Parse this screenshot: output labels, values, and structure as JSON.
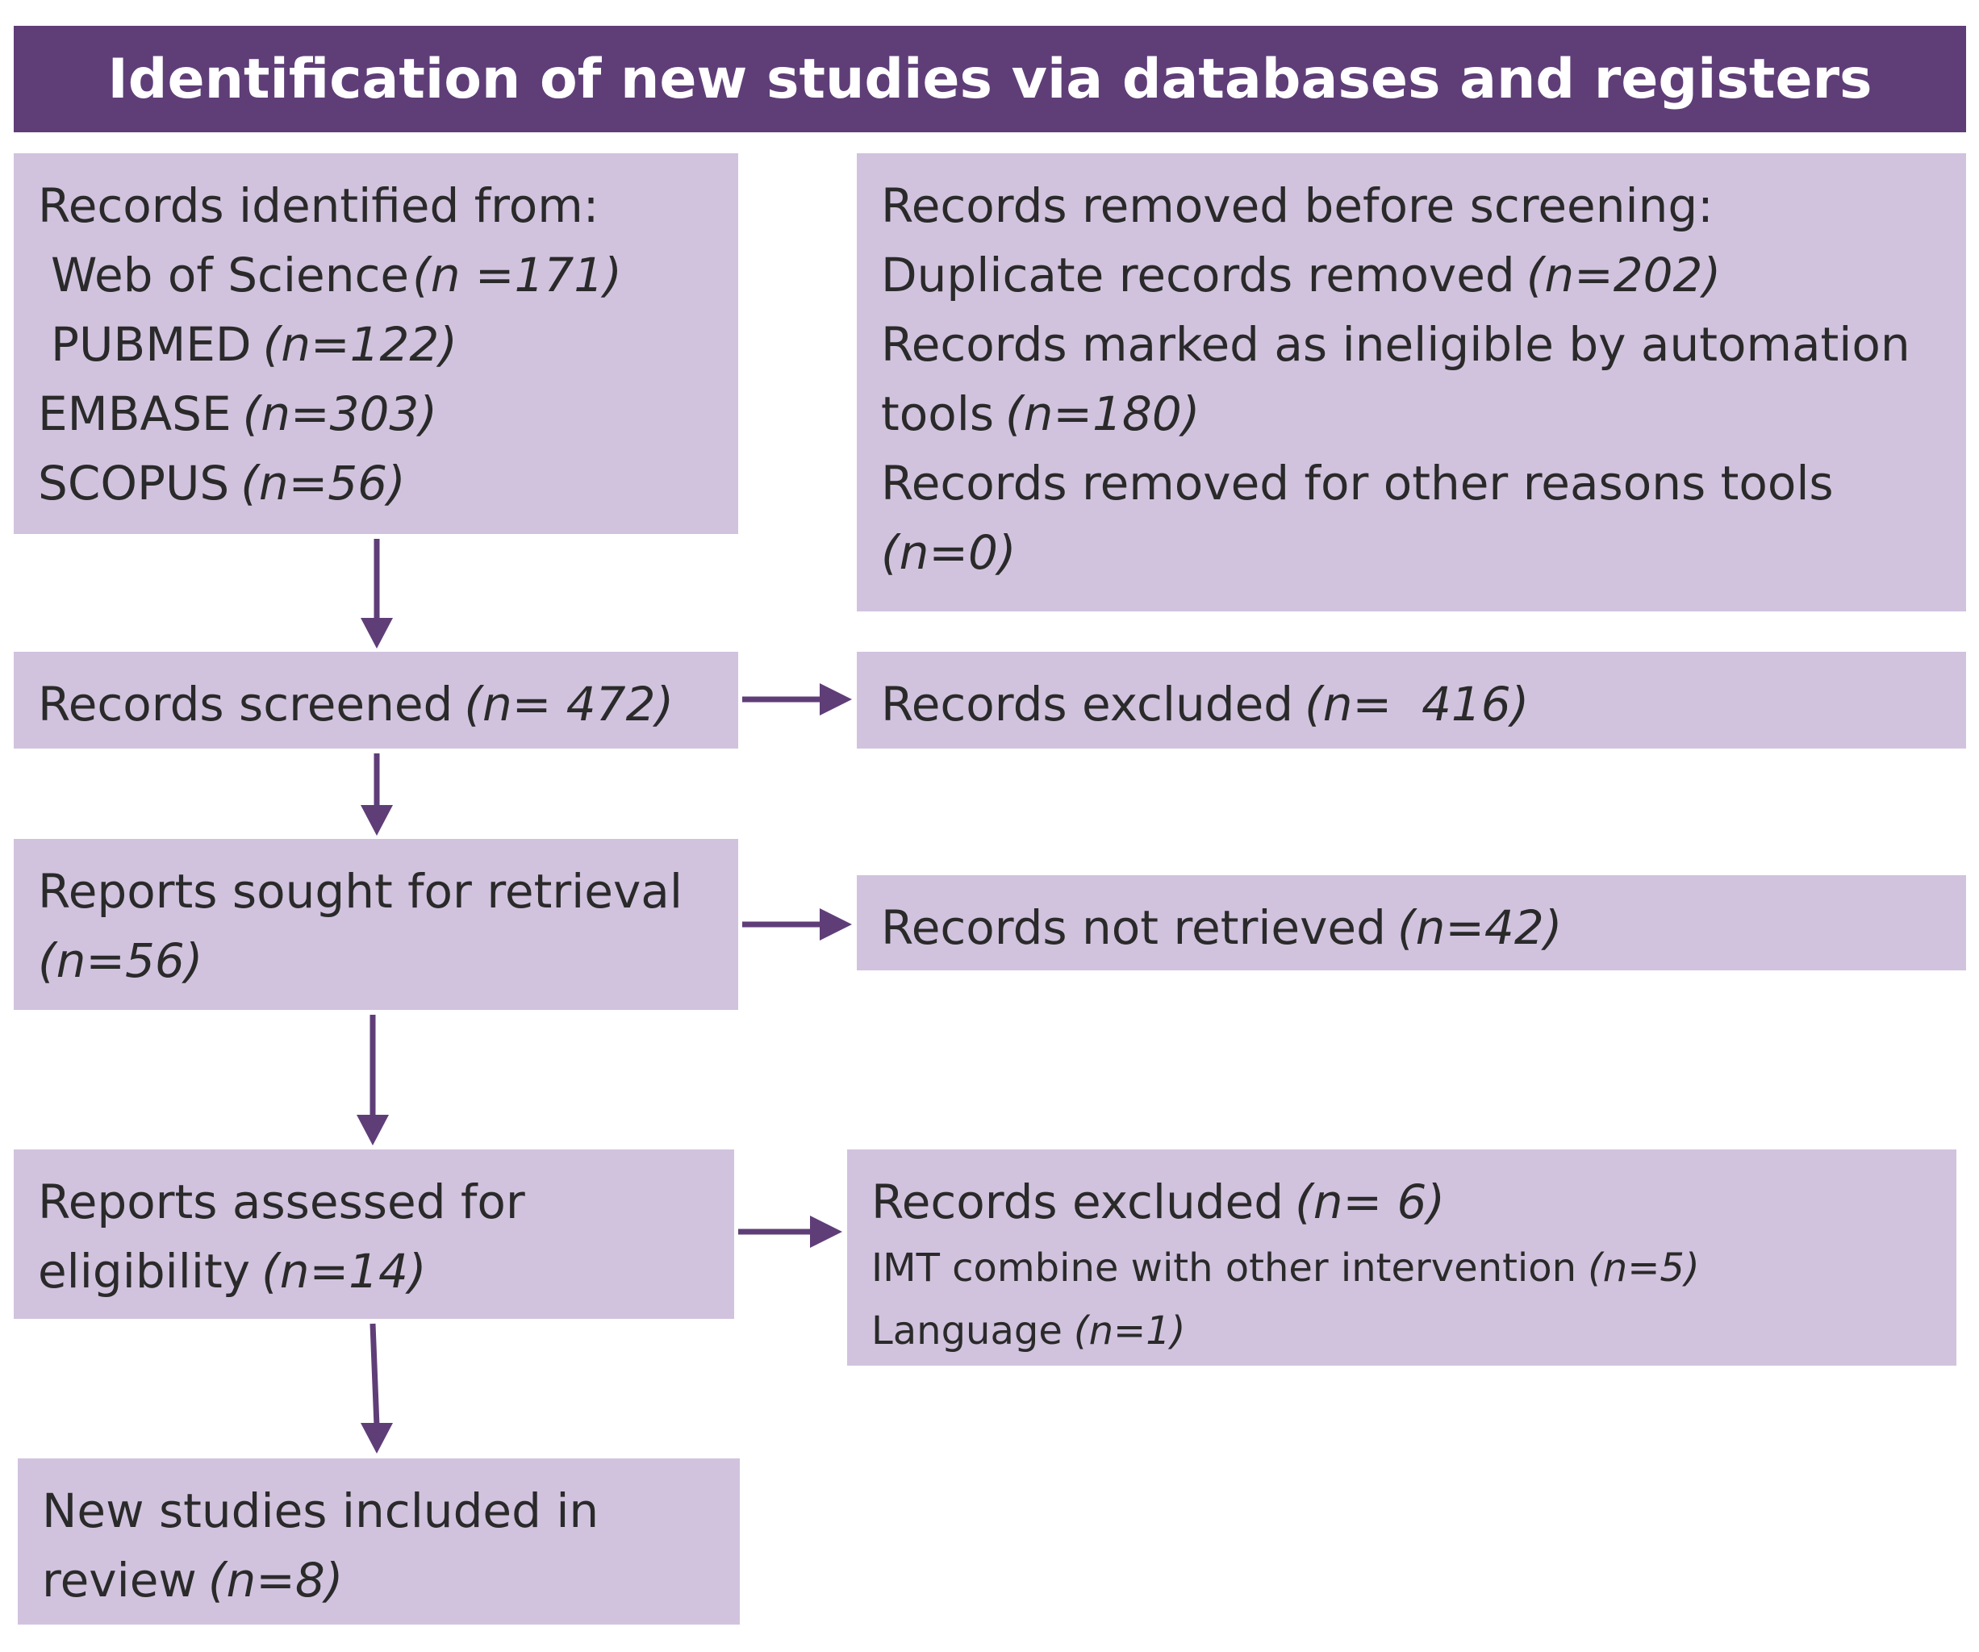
{
  "header": {
    "title": "Identification of new studies via databases and registers"
  },
  "records_identified": {
    "heading": "Records identified from:",
    "sources": [
      {
        "label": "Web of Science",
        "n": "(n =171)"
      },
      {
        "label": "PUBMED",
        "n": "(n=122)"
      },
      {
        "label": "EMBASE",
        "n": "(n=303)"
      },
      {
        "label": "SCOPUS",
        "n": "(n=56)"
      }
    ]
  },
  "records_removed": {
    "heading": "Records removed before screening:",
    "duplicate_label": "Duplicate records removed",
    "duplicate_n": "(n=202)",
    "automation_label_1": "Records marked as ineligible by automation",
    "automation_label_2": "tools",
    "automation_n": "(n=180)",
    "other_label": "Records removed for other reasons tools",
    "other_n": "(n=0)"
  },
  "records_screened": {
    "label": "Records screened",
    "n": "(n= 472)"
  },
  "records_excluded_screening": {
    "label": "Records excluded",
    "n": "(n=  416)"
  },
  "reports_sought": {
    "label": "Reports sought for retrieval",
    "n": "(n=56)"
  },
  "records_not_retrieved": {
    "label": "Records not retrieved",
    "n": "(n=42)"
  },
  "reports_assessed": {
    "label_1": "Reports assessed for",
    "label_2": "eligibility",
    "n": "(n=14)"
  },
  "records_excluded_eligibility": {
    "label": "Records excluded",
    "n": "(n= 6)",
    "reasons": [
      {
        "label": "IMT combine with other intervention",
        "n": "(n=5)"
      },
      {
        "label": "Language",
        "n": "(n=1)"
      }
    ]
  },
  "studies_included": {
    "label_1": "New studies included in",
    "label_2": "review",
    "n": "(n=8)"
  },
  "colors": {
    "header_bg": "#5f3e78",
    "box_bg": "#d1c3de",
    "arrow": "#5f3e78"
  }
}
